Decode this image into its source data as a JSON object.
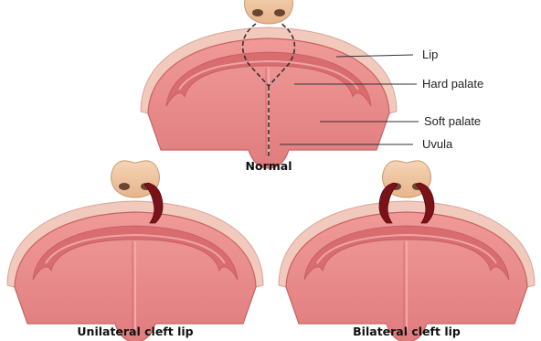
{
  "labels": {
    "lip": "Lip",
    "hard_palate": "Hard palate",
    "soft_palate": "Soft palate",
    "uvula": "Uvula"
  },
  "captions": {
    "normal": "Normal",
    "unilateral": "Unilateral cleft lip",
    "bilateral": "Bilateral cleft lip"
  },
  "colors": {
    "palate_fill": "#e98c8c",
    "palate_dark": "#d26a6c",
    "palate_light": "#f3b0ad",
    "lip_band": "#f2c9bd",
    "nose": "#f1c7a2",
    "nose_shadow": "#d9a77c",
    "nostril": "#6a4632",
    "cleft": "#7a1219",
    "leader_line": "#333333",
    "dashed_outline": "#333333"
  }
}
